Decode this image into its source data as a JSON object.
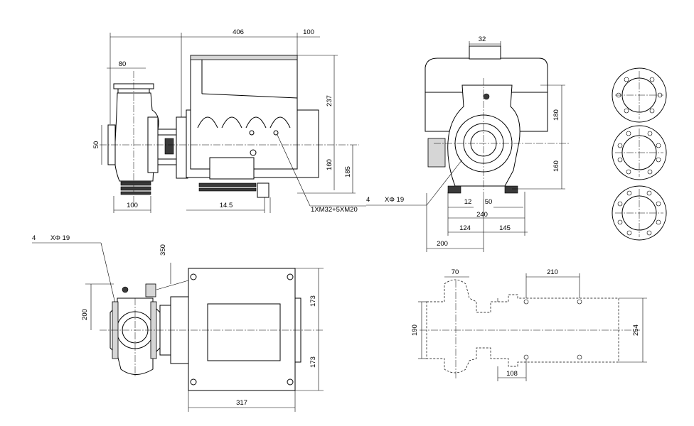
{
  "dimensions": {
    "side_top_width": "406",
    "side_top_right": "100",
    "side_flange": "80",
    "side_height_upper": "237",
    "side_center": "50",
    "side_height_lower": "160",
    "side_height_foot": "185",
    "side_base": "100",
    "side_foot": "14.5",
    "side_cable": "1XM32+5XM20",
    "front_top": "32",
    "front_upper": "180",
    "front_lower": "160",
    "front_holes": "4",
    "front_hole_size": "XΦ 19",
    "front_12": "12",
    "front_50": "50",
    "front_240": "240",
    "front_124": "124",
    "front_145": "145",
    "front_200": "200",
    "plan_holes": "4",
    "plan_hole_size": "XΦ 19",
    "plan_350": "350",
    "plan_200": "200",
    "plan_173a": "173",
    "plan_173b": "173",
    "plan_317": "317",
    "found_70": "70",
    "found_210": "210",
    "found_190": "190",
    "found_254": "254",
    "found_108": "108"
  }
}
